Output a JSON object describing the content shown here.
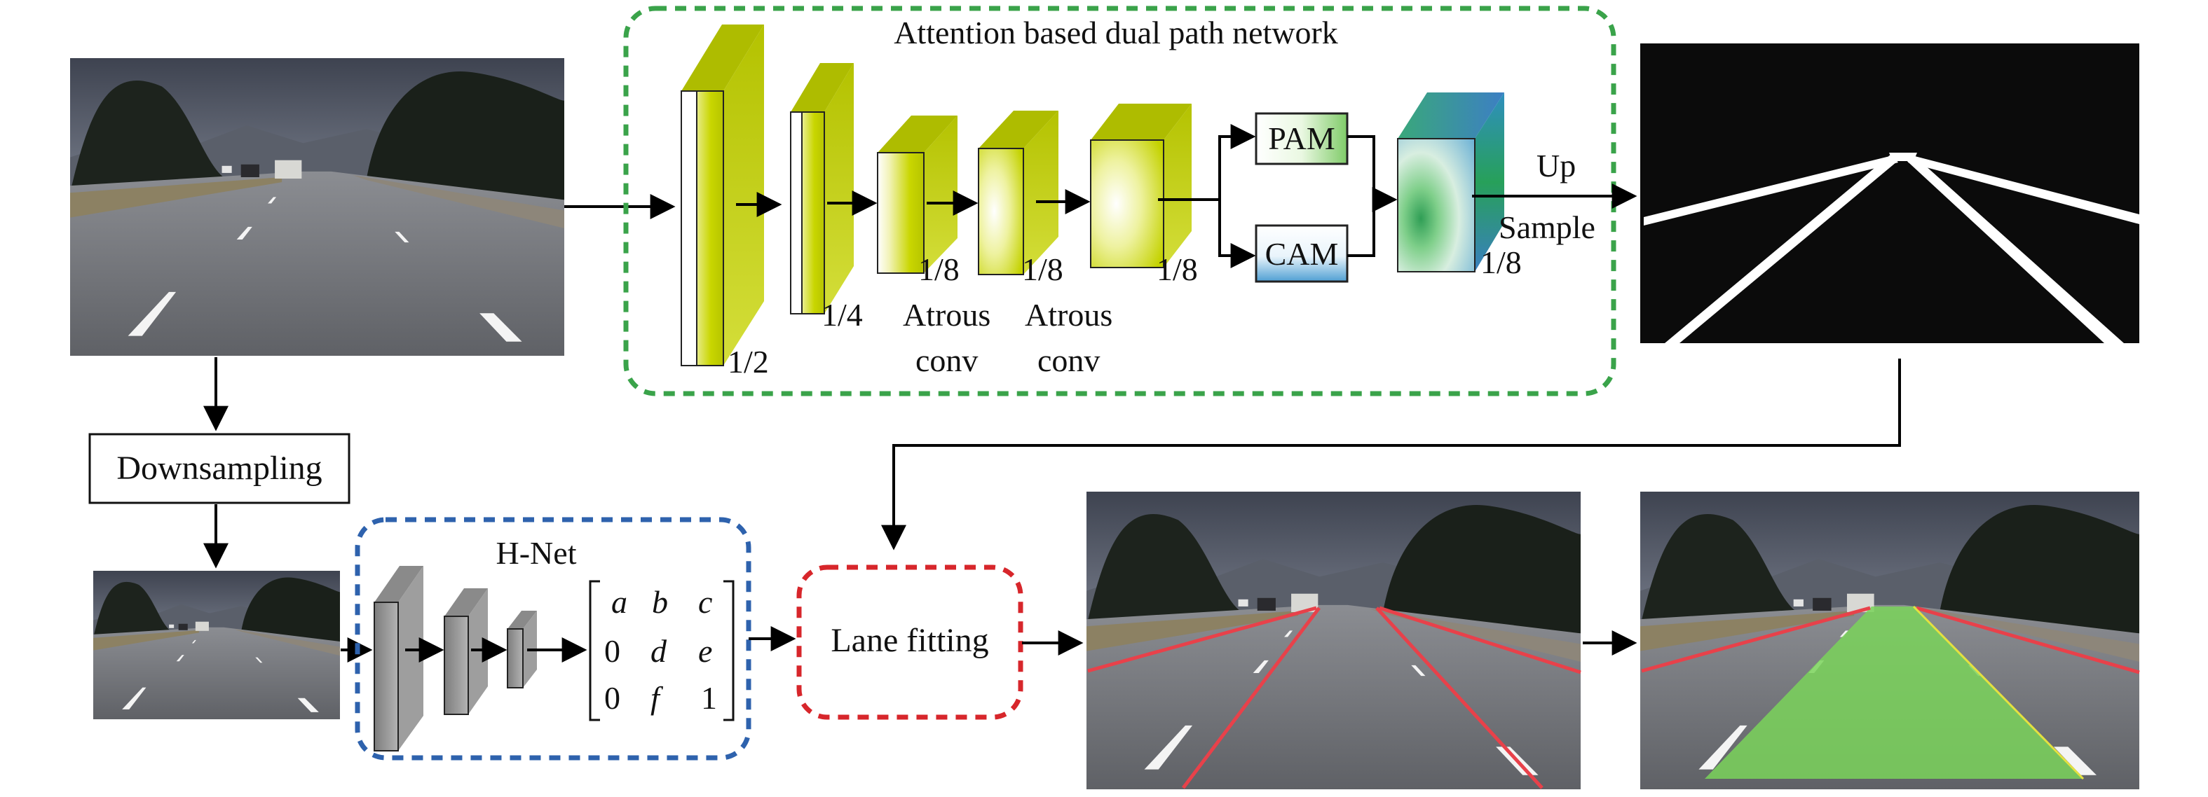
{
  "title": "Attention based dual path network",
  "stages": {
    "s1": "1/2",
    "s2": "1/4",
    "s3": "1/8",
    "s4": "1/8",
    "s5": "1/8",
    "s6": "1/8"
  },
  "atrous": {
    "a1_line1": "Atrous",
    "a1_line2": "conv",
    "a2_line1": "Atrous",
    "a2_line2": "conv"
  },
  "modules": {
    "pam": "PAM",
    "cam": "CAM"
  },
  "upsample": {
    "line1": "Up",
    "line2": "Sample"
  },
  "downsampling": "Downsampling",
  "hnet": {
    "title": "H-Net",
    "matrix": [
      "a",
      "b",
      "c",
      "0",
      "d",
      "e",
      "0",
      "f",
      "1"
    ]
  },
  "lane_fitting": "Lane fitting",
  "colors": {
    "green_dash": "#3aa34a",
    "blue_dash": "#2e62ad",
    "red_dash": "#d7262b",
    "block_yellow": "#c8d400",
    "pam_fill": "#8fd17a",
    "cam_fill": "#5aa6d8",
    "hnet_block": "#a8a8a8",
    "lane_red": "#e8414a",
    "lane_area": "#7ad35a"
  }
}
